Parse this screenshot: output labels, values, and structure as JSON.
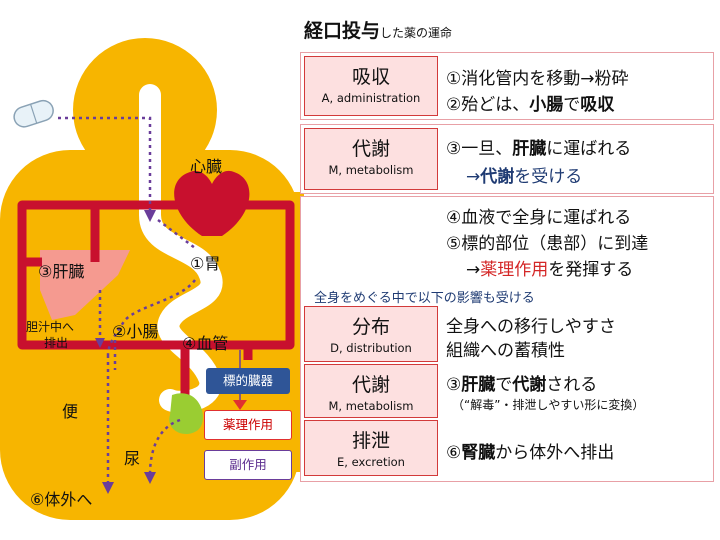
{
  "title": {
    "main": "経口投与",
    "rest": "した薬の運命"
  },
  "body_labels": {
    "heart": "心臓",
    "stomach": "①胃",
    "liver": "③肝臓",
    "bile": "胆汁中へ",
    "bile2": "排出",
    "intestine": "②小腸",
    "vessel": "④血管",
    "feces": "便",
    "urine": "尿",
    "out": "⑥体外へ"
  },
  "organ_boxes": {
    "target": "標的臓器",
    "effect": "薬理作用",
    "side": "副作用"
  },
  "stages": {
    "absorb": {
      "name": "吸収",
      "en": "A, administration",
      "line1": "①消化管内を移動→粉砕",
      "line2_pre": "②殆どは、",
      "line2_b1": "小腸",
      "line2_mid": "で",
      "line2_b2": "吸収"
    },
    "metab1": {
      "name": "代謝",
      "en": "M, metabolism",
      "line1_pre": "③一旦、",
      "line1_b": "肝臓",
      "line1_post": "に運ばれる",
      "line2_pre": "→",
      "line2_b": "代謝",
      "line2_post": "を受ける"
    },
    "circ": {
      "line1": "④血液で全身に運ばれる",
      "line2": "⑤標的部位（患部）に到達",
      "line3_pre": "→",
      "line3_b": "薬理作用",
      "line3_post": "を発揮する"
    },
    "banner": "全身をめぐる中で以下の影響も受ける",
    "dist": {
      "name": "分布",
      "en": "D, distribution",
      "line1": "全身への移行しやすさ",
      "line2": "組織への蓄積性"
    },
    "metab2": {
      "name": "代謝",
      "en": "M, metabolism",
      "line1_pre": "③",
      "line1_b1": "肝臓",
      "line1_mid": "で",
      "line1_b2": "代謝",
      "line1_post": "される",
      "note": "（“解毒”・排泄しやすい形に変換）"
    },
    "excr": {
      "name": "排泄",
      "en": "E, excretion",
      "line1_pre": "⑥",
      "line1_b": "腎臓",
      "line1_post": "から体外へ排出"
    }
  },
  "colors": {
    "body": "#f7b500",
    "vessel": "#c8102e",
    "path": "#6a3d9a",
    "liver": "#f59a90",
    "kidney": "#9acd32"
  }
}
